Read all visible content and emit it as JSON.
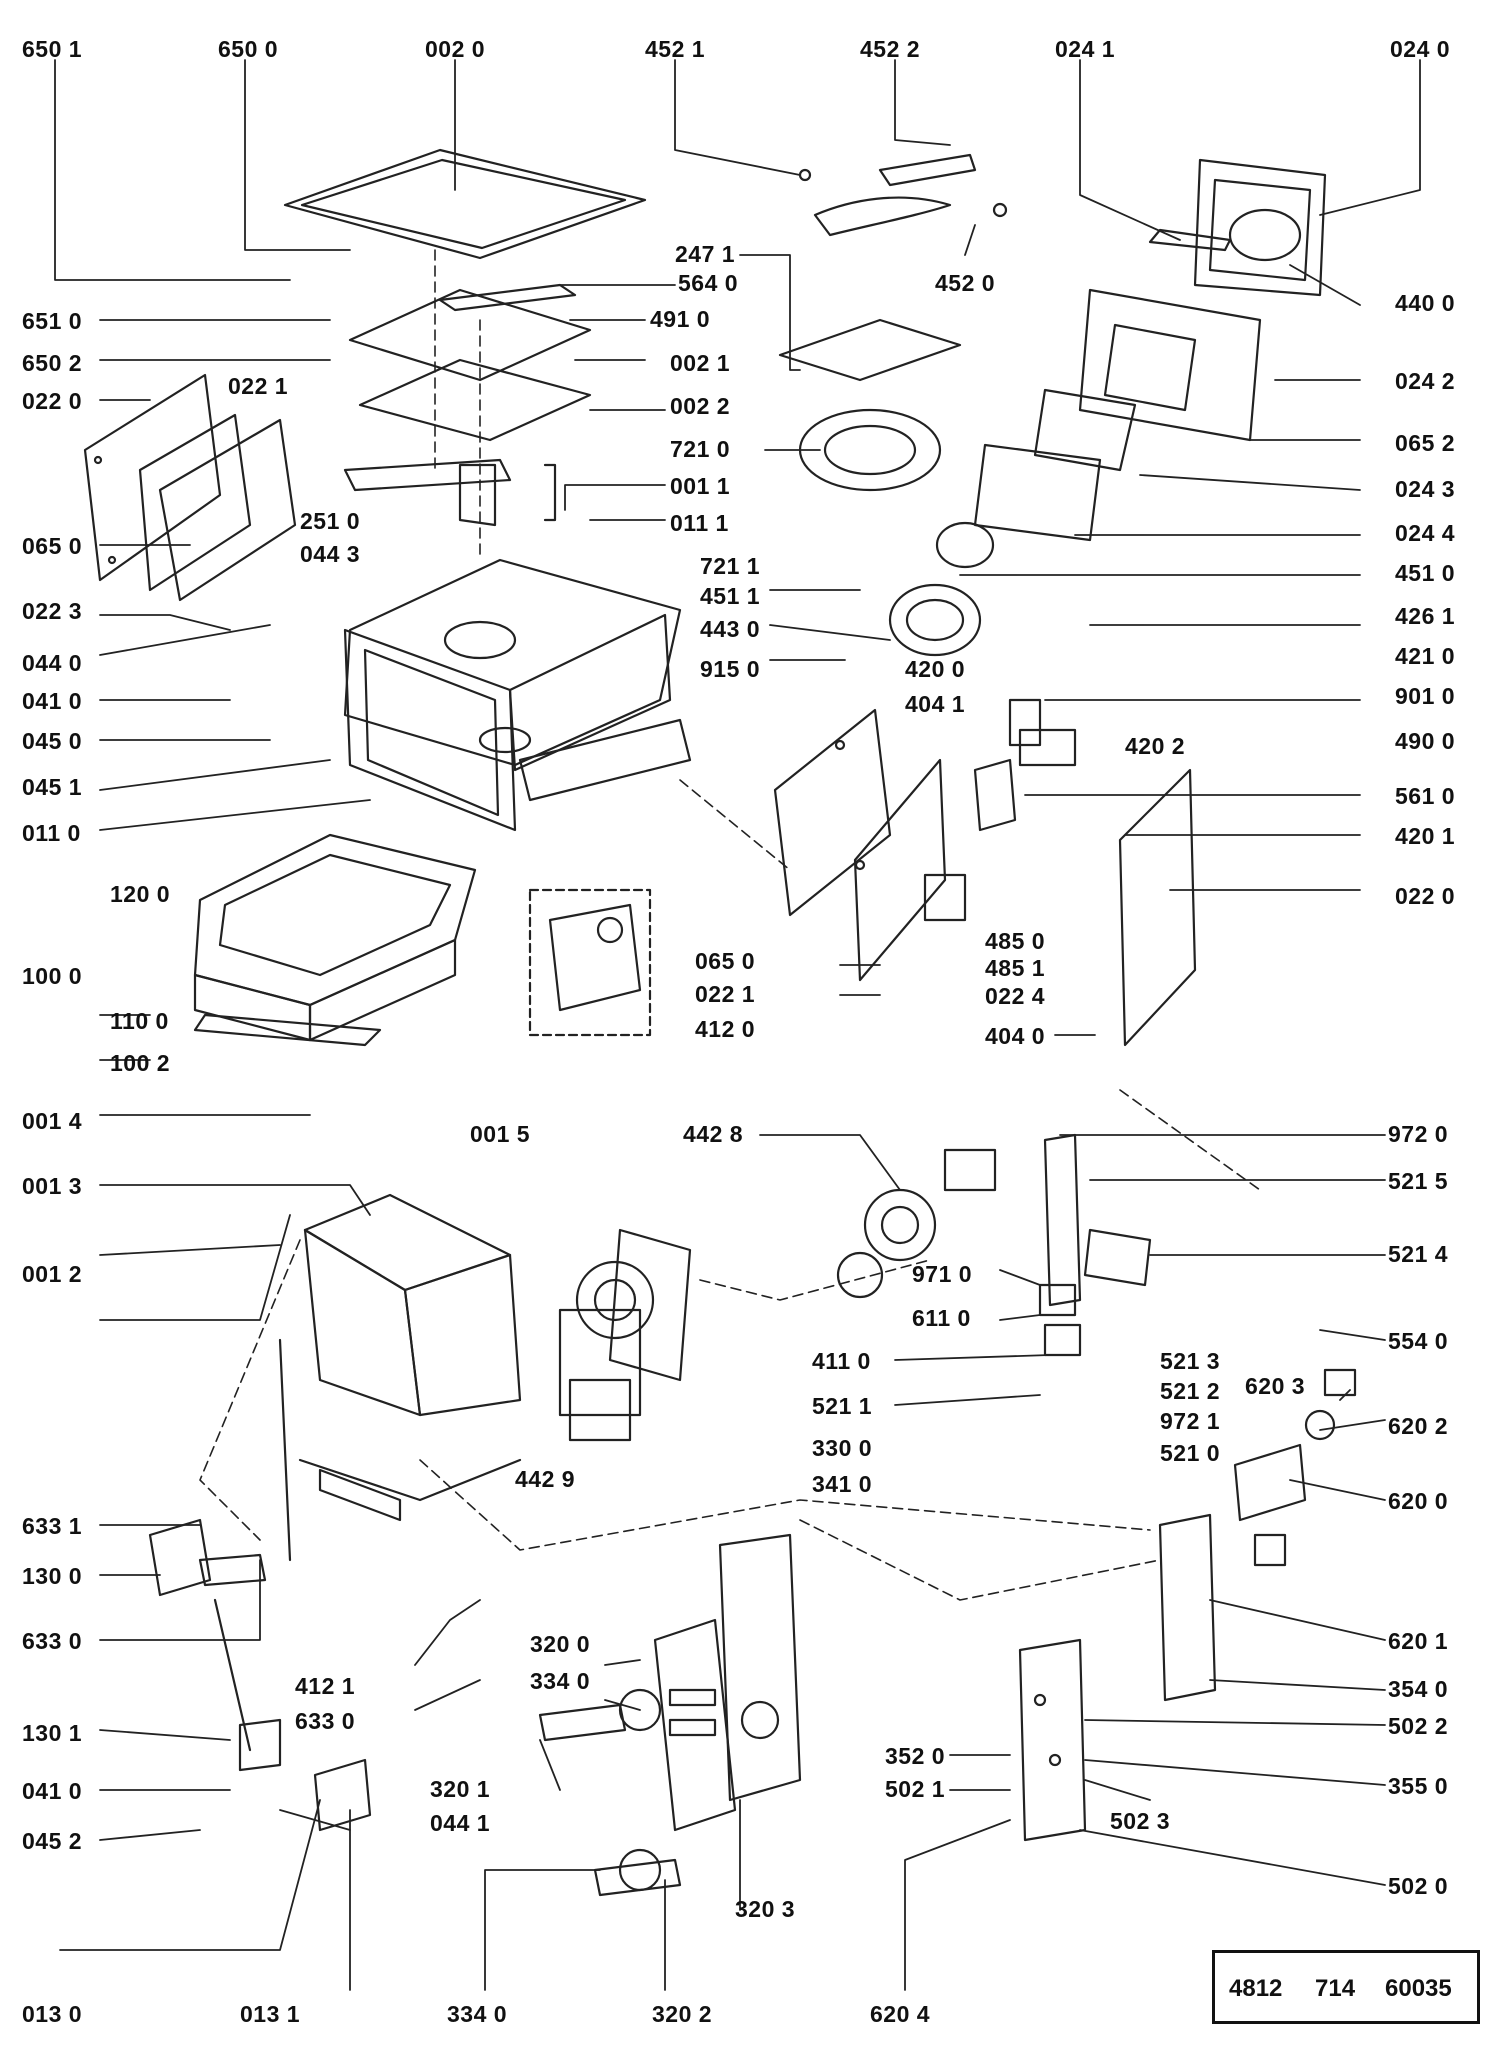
{
  "figure_number": "4812 714 60035",
  "figure_number_parts": [
    "4812",
    "714",
    "60035"
  ],
  "part_numbers": [
    "650 1",
    "650 0",
    "002 0",
    "452 1",
    "452 2",
    "024 1",
    "024 0",
    "452 0",
    "247 1",
    "564 0",
    "491 0",
    "651 0",
    "440 0",
    "650 2",
    "002 1",
    "022 0",
    "022 1",
    "002 2",
    "024 2",
    "721 0",
    "065 2",
    "001 1",
    "024 3",
    "065 0",
    "251 0",
    "011 1",
    "024 4",
    "044 3",
    "721 1",
    "451 0",
    "451 1",
    "022 3",
    "443 0",
    "426 1",
    "044 0",
    "421 0",
    "915 0",
    "420 0",
    "041 0",
    "901 0",
    "404 1",
    "045 0",
    "490 0",
    "420 2",
    "045 1",
    "561 0",
    "011 0",
    "420 1",
    "120 0",
    "022 0",
    "065 0",
    "485 0",
    "100 0",
    "485 1",
    "022 1",
    "022 4",
    "110 0",
    "412 0",
    "404 0",
    "100 2",
    "001 4",
    "001 5",
    "442 8",
    "972 0",
    "001 3",
    "521 5",
    "521 4",
    "001 2",
    "971 0",
    "611 0",
    "554 0",
    "411 0",
    "521 3",
    "620 3",
    "521 2",
    "521 1",
    "972 1",
    "620 2",
    "330 0",
    "442 9",
    "521 0",
    "341 0",
    "620 0",
    "633 1",
    "130 0",
    "320 0",
    "633 0",
    "620 1",
    "334 0",
    "354 0",
    "412 1",
    "502 2",
    "633 0",
    "130 1",
    "352 0",
    "355 0",
    "502 1",
    "320 1",
    "502 3",
    "041 0",
    "044 1",
    "045 2",
    "320 3",
    "502 0",
    "013 0",
    "013 1",
    "334 0",
    "320 2",
    "620 4"
  ]
}
